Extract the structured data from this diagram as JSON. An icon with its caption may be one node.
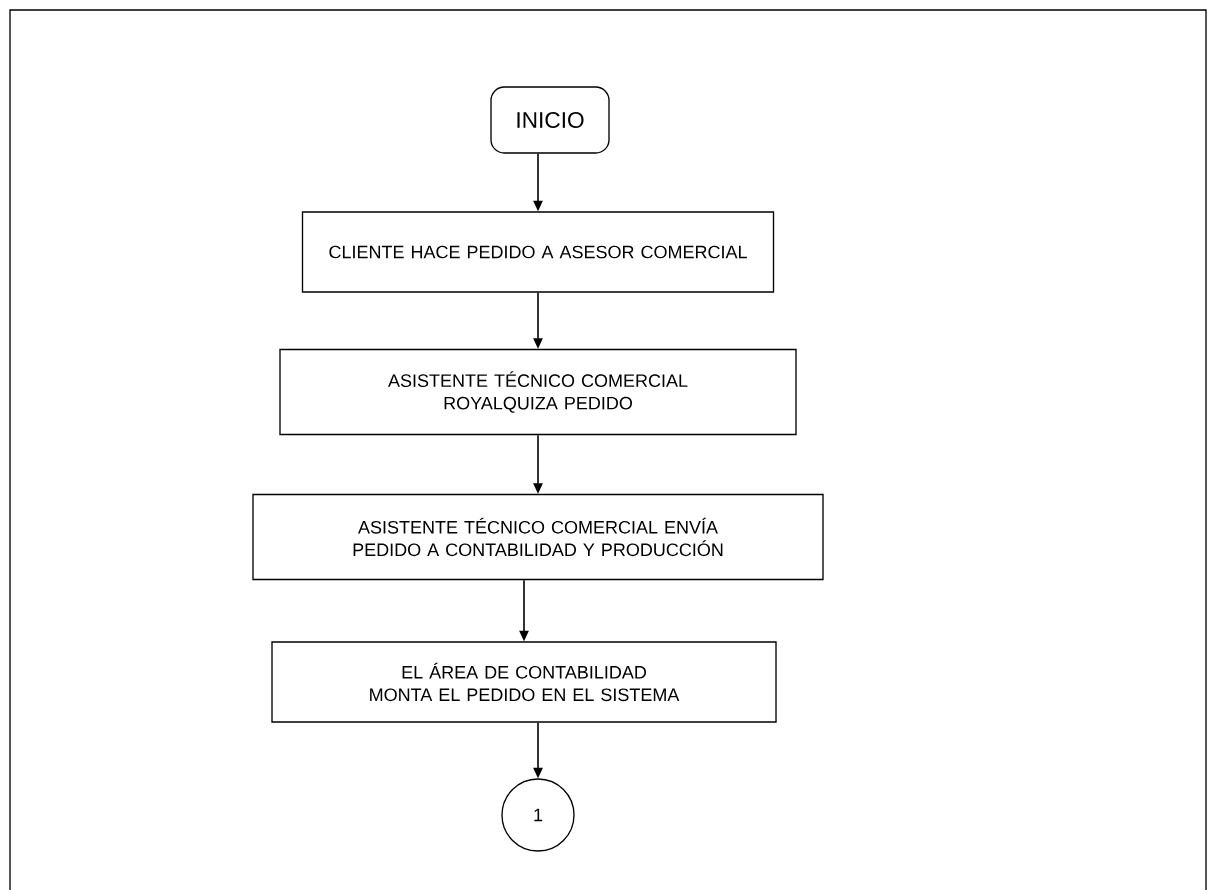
{
  "diagram": {
    "nodes": [
      {
        "text": [
          "INICIO"
        ]
      },
      {
        "text": [
          "CLIENTE HACE PEDIDO A ASESOR COMERCIAL"
        ]
      },
      {
        "text": [
          "ASISTENTE TÉCNICO COMERCIAL ROYALQUIZA PEDIDO"
        ]
      },
      {
        "text": [
          "ASISTENTE TÉCNICO COMERCIAL ENVÍA PEDIDO A CONTABILIDAD Y PRODUCCIÓN"
        ]
      },
      {
        "text": [
          "EL ÁREA DE CONTABILIDAD MONTA EL PEDIDO EN EL SISTEMA"
        ]
      },
      {
        "text": [
          "1"
        ]
      }
    ],
    "edges": [
      {
        "from": 0,
        "to": 1,
        "arrow": "to"
      },
      {
        "from": 1,
        "to": 2,
        "arrow": "to"
      },
      {
        "from": 2,
        "to": 3,
        "arrow": "to"
      },
      {
        "from": 3,
        "to": 4,
        "arrow": "to"
      },
      {
        "from": 4,
        "to": 5,
        "arrow": "to"
      }
    ]
  }
}
